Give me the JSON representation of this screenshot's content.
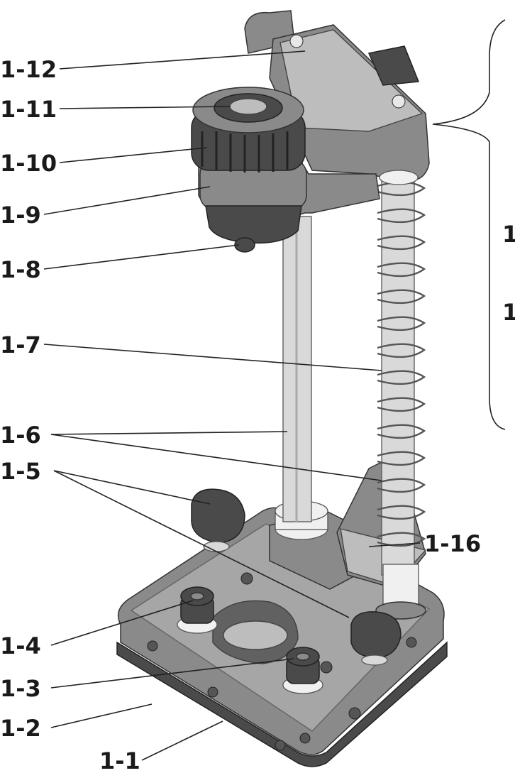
{
  "labels": {
    "l1_1": "1-1",
    "l1_2": "1-2",
    "l1_3": "1-3",
    "l1_4": "1-4",
    "l1_5": "1-5",
    "l1_6": "1-6",
    "l1_7": "1-7",
    "l1_8": "1-8",
    "l1_9": "1-9",
    "l1_10": "1-10",
    "l1_11": "1-11",
    "l1_12": "1-12",
    "l1_16": "1-16",
    "edge_a": "1",
    "edge_b": "1"
  }
}
